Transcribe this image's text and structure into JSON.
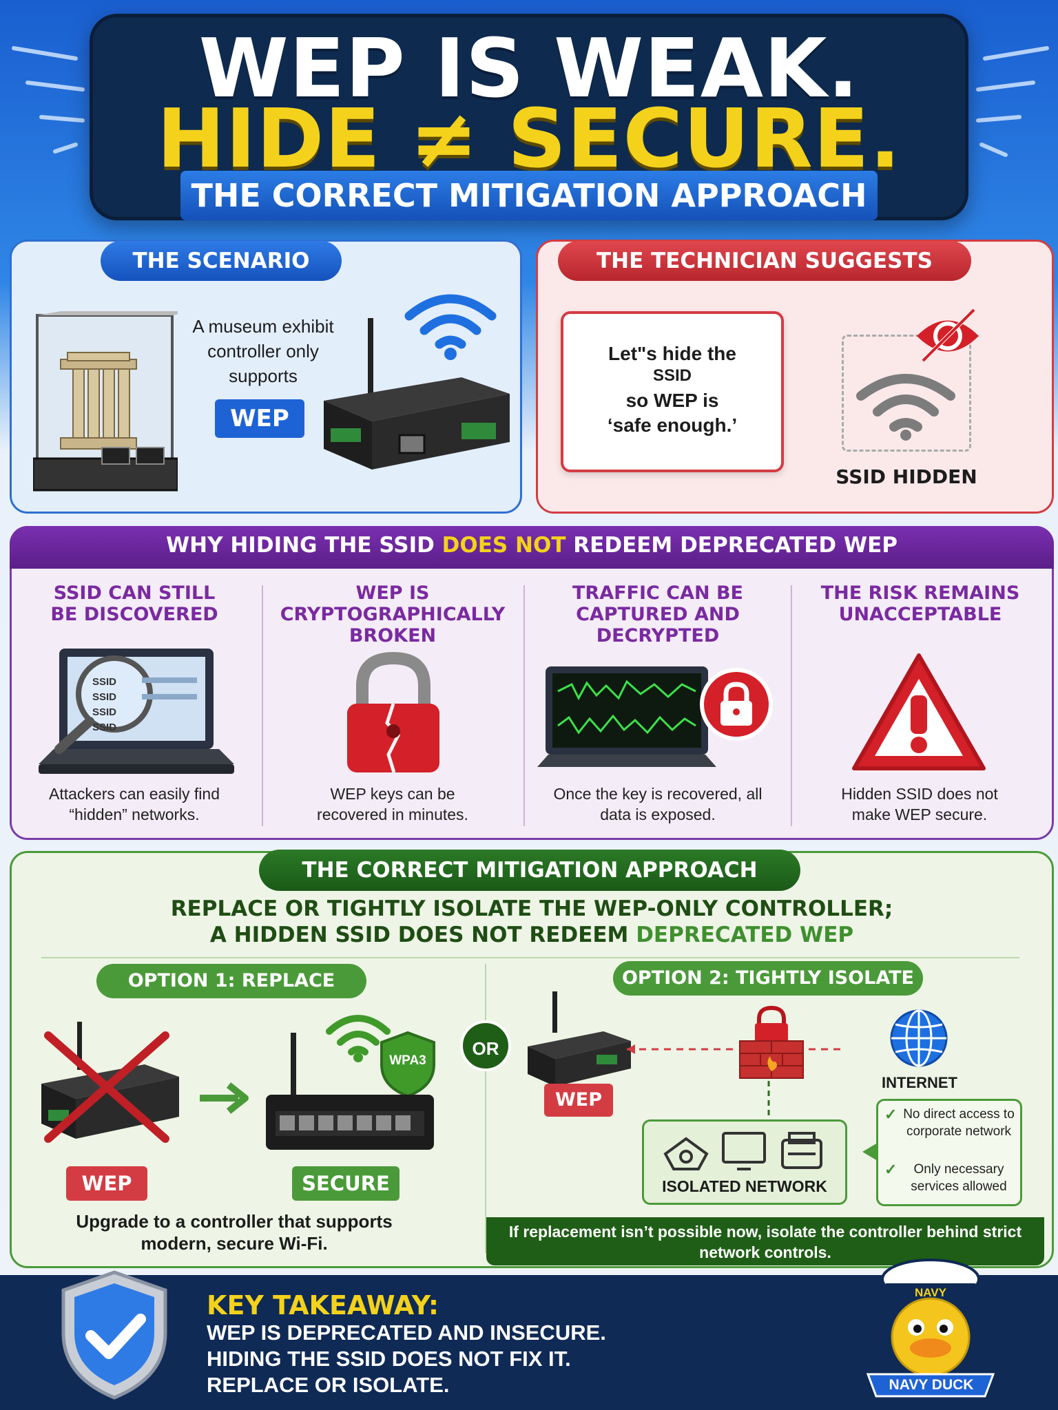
{
  "header": {
    "line1": "WEP IS WEAK.",
    "line2": "HIDE ≠ SECURE.",
    "ribbon": "THE CORRECT MITIGATION APPROACH"
  },
  "scenario": {
    "title": "THE SCENARIO",
    "text": "A museum exhibit controller only supports",
    "badge": "WEP"
  },
  "technician": {
    "title": "THE TECHNICIAN SUGGESTS",
    "quote_l1": "Let\"s hide the",
    "quote_l2": "SSID",
    "quote_l3": "so WEP is",
    "quote_l4": "‘safe enough.’",
    "hidden_label": "SSID HIDDEN"
  },
  "why": {
    "title_a": "WHY HIDING THE SSID ",
    "title_b": "DOES NOT",
    "title_c": " REDEEM DEPRECATED WEP",
    "cols": [
      {
        "head": "SSID CAN STILL BE DISCOVERED",
        "sub": "Attackers can easily find “hidden” networks."
      },
      {
        "head": "WEP IS CRYPTOGRAPHICALLY BROKEN",
        "sub": "WEP keys can be recovered in minutes."
      },
      {
        "head": "TRAFFIC CAN BE CAPTURED AND DECRYPTED",
        "sub": "Once the key is recovered, all data is exposed."
      },
      {
        "head": "THE RISK REMAINS UNACCEPTABLE",
        "sub": "Hidden SSID does not make WEP secure."
      }
    ],
    "laptop_lines": [
      "SSID",
      "SSID",
      "SSID",
      "SSID"
    ]
  },
  "mitigation": {
    "title": "THE CORRECT MITIGATION APPROACH",
    "line1": "REPLACE OR TIGHTLY ISOLATE THE WEP-ONLY CONTROLLER;",
    "line2a": "A HIDDEN SSID DOES NOT REDEEM ",
    "line2b": "DEPRECATED WEP",
    "opt1": {
      "title": "OPTION 1: REPLACE",
      "old": "WEP",
      "new": "SECURE",
      "wpa": "WPA3",
      "desc": "Upgrade to a controller that supports modern, secure Wi-Fi."
    },
    "or": "OR",
    "opt2": {
      "title": "OPTION 2: TIGHTLY ISOLATE",
      "wep": "WEP",
      "internet": "INTERNET",
      "isolated": "ISOLATED NETWORK",
      "check1": "No direct access to corporate network",
      "check2": "Only necessary services allowed",
      "note": "If replacement isn’t possible now, isolate the controller behind strict network controls."
    }
  },
  "takeaway": {
    "title": "KEY TAKEAWAY:",
    "l1": "WEP IS DEPRECATED AND INSECURE.",
    "l2": "HIDING THE SSID DOES NOT FIX IT.",
    "l3": "REPLACE OR ISOLATE."
  },
  "mascot": {
    "hat": "NAVY",
    "banner": "NAVY DUCK"
  },
  "colors": {
    "blue": "#1e63d6",
    "red": "#d43c43",
    "purple": "#6b2a9a",
    "green": "#3f8f2f",
    "yellow": "#f4d21c",
    "navy": "#0f2a55"
  }
}
